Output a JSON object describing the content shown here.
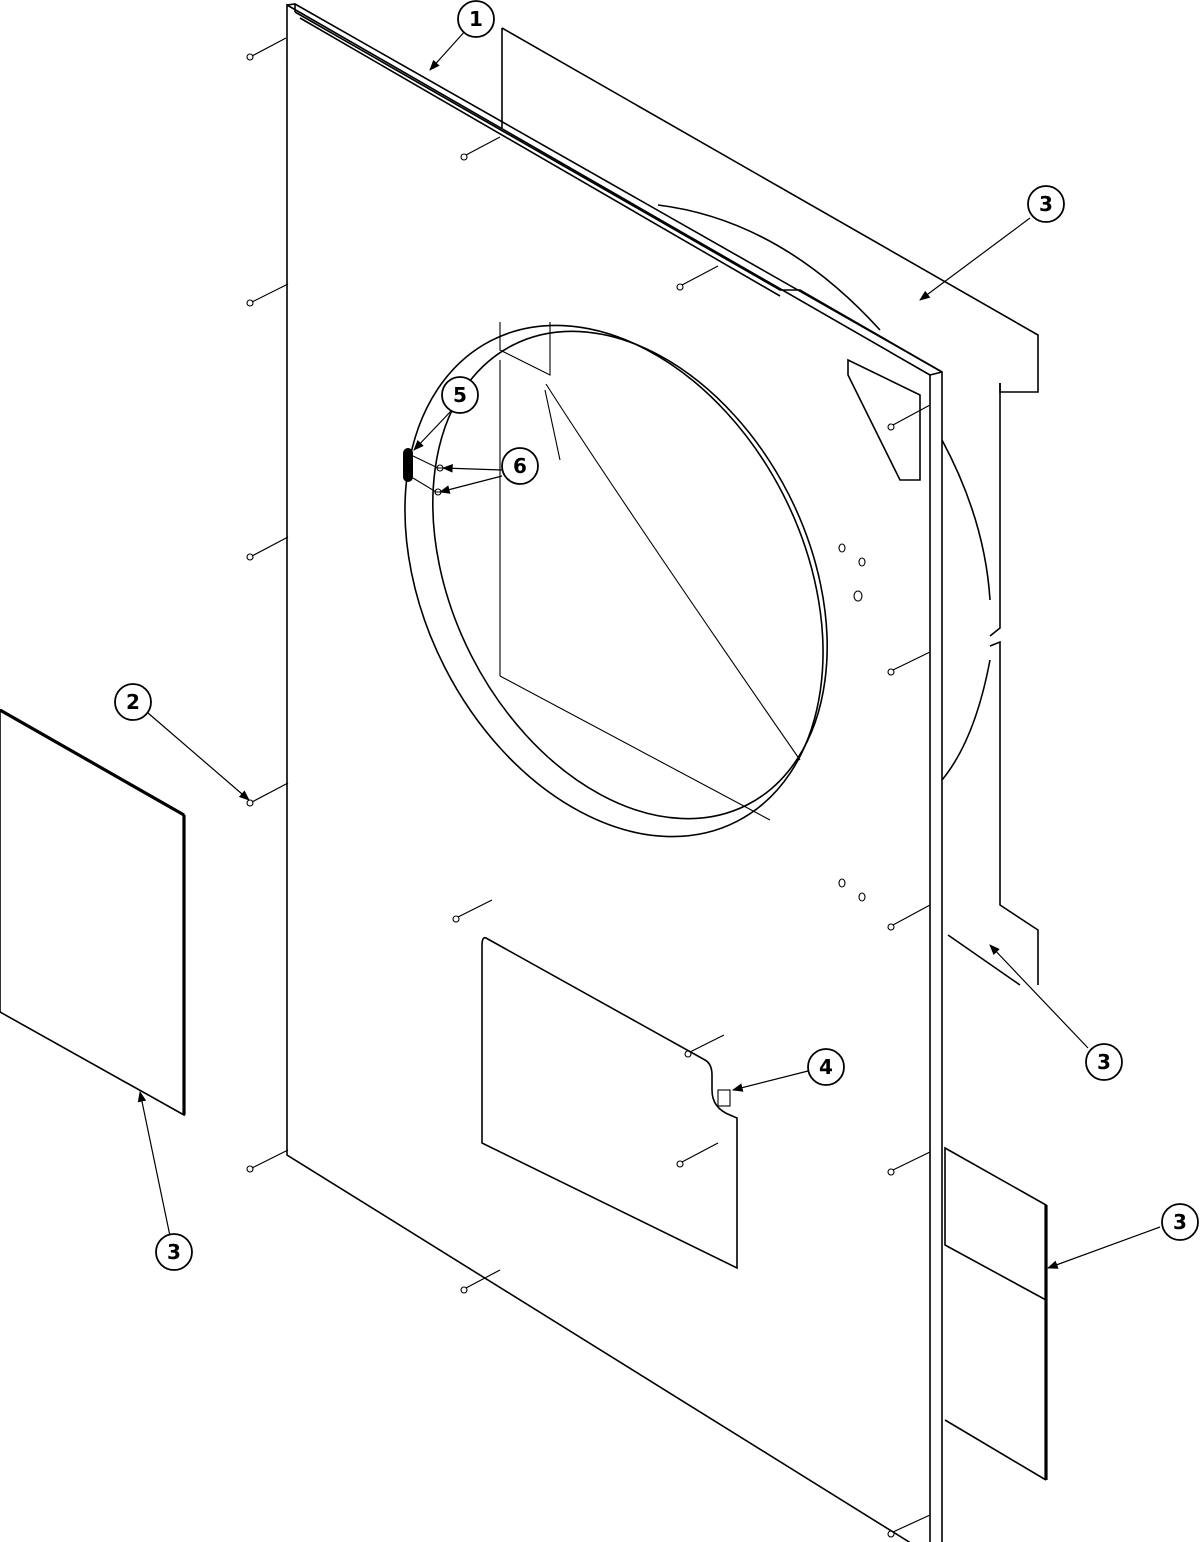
{
  "callouts": [
    {
      "id": "c1",
      "label": "1"
    },
    {
      "id": "c2",
      "label": "2"
    },
    {
      "id": "c3a",
      "label": "3"
    },
    {
      "id": "c3b",
      "label": "3"
    },
    {
      "id": "c3c",
      "label": "3"
    },
    {
      "id": "c3d",
      "label": "3"
    },
    {
      "id": "c4",
      "label": "4"
    },
    {
      "id": "c5",
      "label": "5"
    },
    {
      "id": "c6",
      "label": "6"
    }
  ]
}
